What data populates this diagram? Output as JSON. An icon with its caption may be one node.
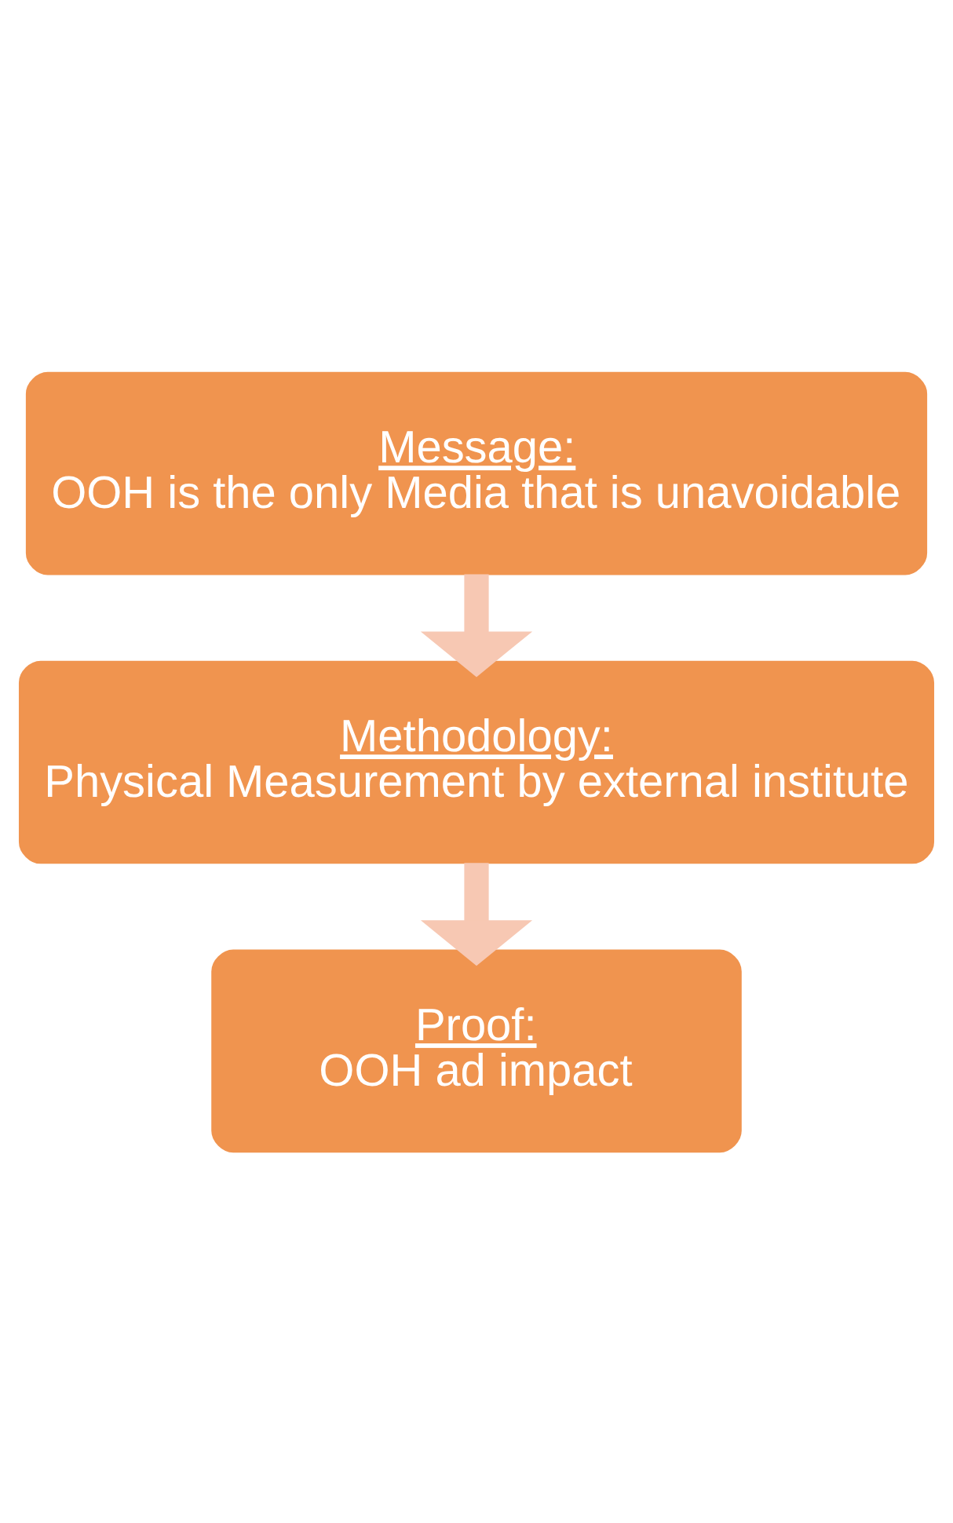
{
  "diagram": {
    "nodes": [
      {
        "text": [
          "Message:",
          "OOH is the only Media that is unavoidable"
        ]
      },
      {
        "text": [
          "Methodology:",
          "Physical Measurement by external institute"
        ]
      },
      {
        "text": [
          "Proof:",
          "OOH ad impact"
        ]
      }
    ],
    "edges": [
      {
        "from": 0,
        "to": 1,
        "arrow": "to"
      },
      {
        "from": 1,
        "to": 2,
        "arrow": "to"
      }
    ]
  }
}
